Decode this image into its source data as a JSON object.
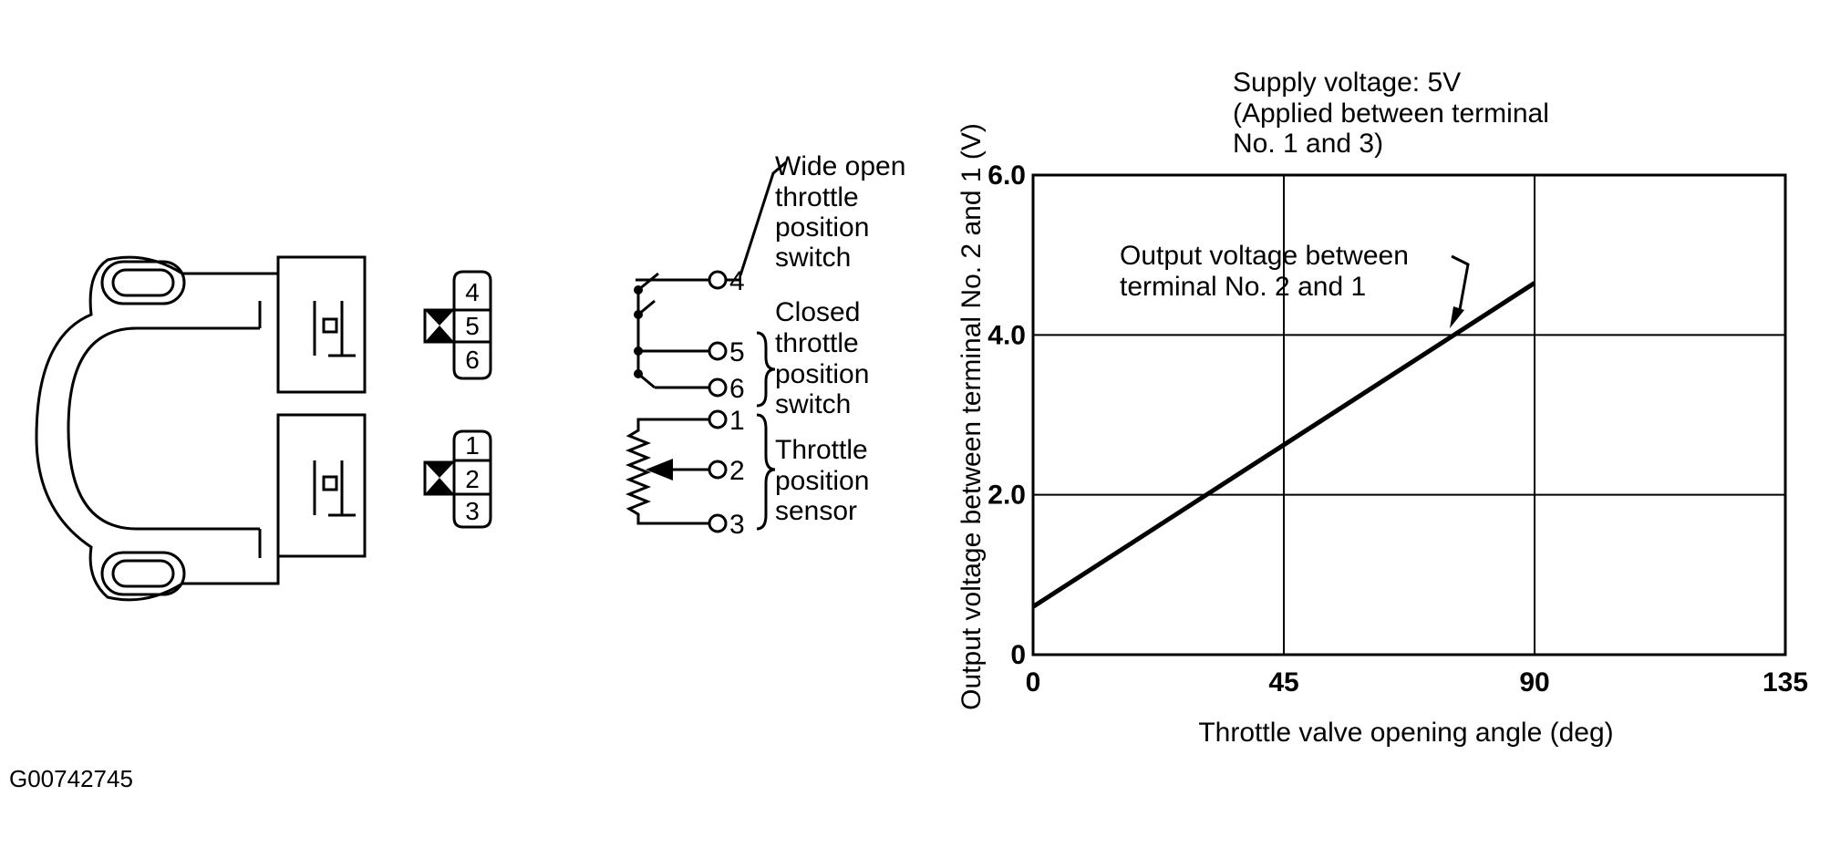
{
  "figure_code": "G00742745",
  "connector": {
    "upper_pins": [
      "4",
      "5",
      "6"
    ],
    "lower_pins": [
      "1",
      "2",
      "3"
    ]
  },
  "schematic": {
    "terminals": [
      "4",
      "5",
      "6",
      "1",
      "2",
      "3"
    ],
    "wot_switch_label": [
      "Wide open",
      "throttle",
      "position",
      "switch"
    ],
    "closed_switch_label": [
      "Closed",
      "throttle",
      "position",
      "switch"
    ],
    "sensor_label": [
      "Throttle",
      "position",
      "sensor"
    ]
  },
  "chart_data": {
    "type": "line",
    "supply_note": [
      "Supply voltage: 5V",
      "(Applied between terminal",
      "No. 1 and 3)"
    ],
    "xlabel": "Throttle valve opening angle (deg)",
    "ylabel": "Output voltage between terminal No. 2 and 1 (V)",
    "x_ticks": [
      "0",
      "45",
      "90",
      "135"
    ],
    "y_ticks": [
      "0",
      "2.0",
      "4.0",
      "6.0"
    ],
    "xlim": [
      0,
      135
    ],
    "ylim": [
      0,
      6
    ],
    "grid": true,
    "annotation": [
      "Output voltage between",
      "terminal No. 2 and 1"
    ],
    "series": [
      {
        "x": [
          0,
          90
        ],
        "y": [
          0.6,
          4.65
        ]
      }
    ]
  }
}
